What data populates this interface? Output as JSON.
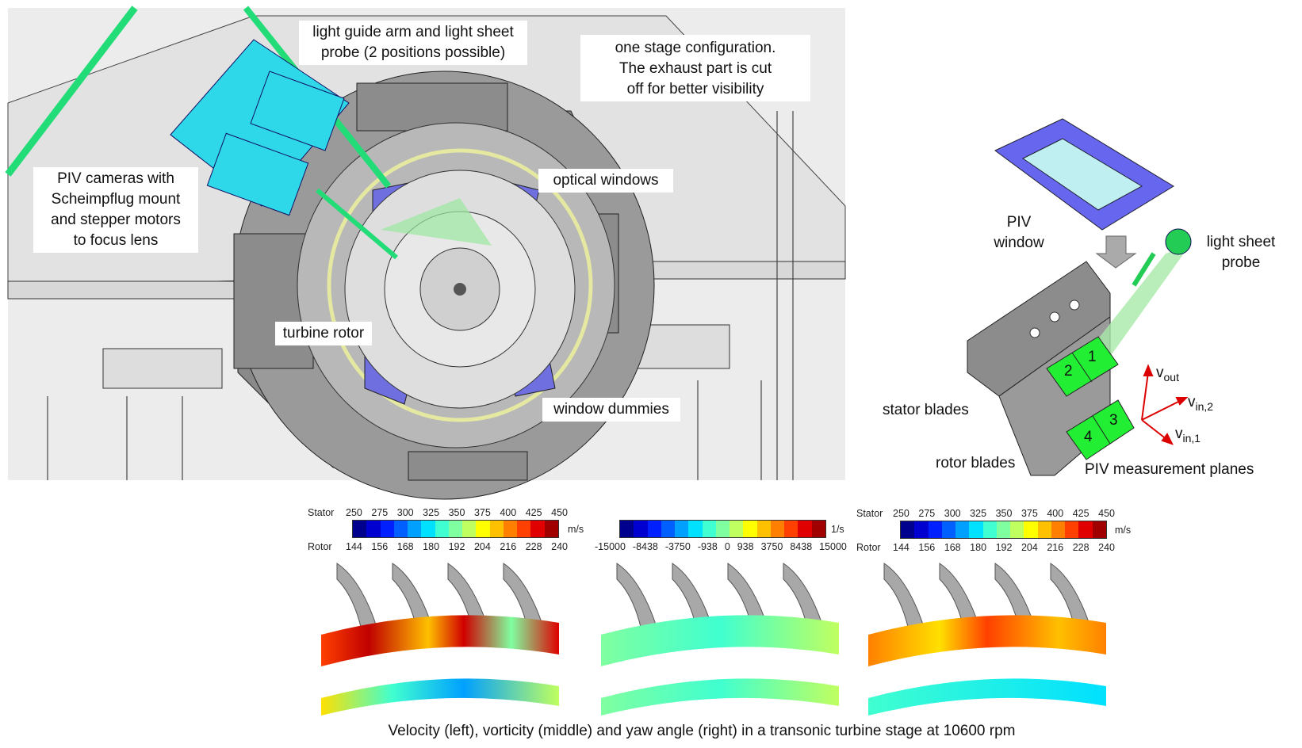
{
  "top_figure": {
    "labels": {
      "light_guide": [
        "light guide arm and light sheet",
        "probe  (2 positions possible)"
      ],
      "configuration": [
        "one stage configuration.",
        "The exhaust part is cut",
        "off for better visibility"
      ],
      "piv_cameras": [
        "PIV cameras with",
        "Scheimpflug mount",
        "and stepper motors",
        "to focus lens"
      ],
      "optical_windows": "optical windows",
      "turbine_rotor": "turbine rotor",
      "window_dummies": "window dummies"
    }
  },
  "right_figure": {
    "labels": {
      "piv_window": [
        "PIV",
        "window"
      ],
      "light_sheet_probe": [
        "light sheet",
        "probe"
      ],
      "stator_blades": "stator blades",
      "rotor_blades": "rotor blades",
      "measurement_planes": "PIV measurement planes",
      "plane_numbers": [
        "1",
        "2",
        "3",
        "4"
      ],
      "v_out": {
        "base": "v",
        "sub": "out"
      },
      "v_in2": {
        "base": "v",
        "sub": "in,2"
      },
      "v_in1": {
        "base": "v",
        "sub": "in,1"
      }
    }
  },
  "colorbars": [
    {
      "top_label": "Stator",
      "top_ticks": [
        "250",
        "275",
        "300",
        "325",
        "350",
        "375",
        "400",
        "425",
        "450"
      ],
      "unit": "m/s",
      "bottom_label": "Rotor",
      "bottom_ticks": [
        "144",
        "156",
        "168",
        "180",
        "192",
        "204",
        "216",
        "228",
        "240"
      ]
    },
    {
      "unit": "1/s",
      "bottom_ticks": [
        "-15000",
        "-8438",
        "-3750",
        "-938",
        "0",
        "938",
        "3750",
        "8438",
        "15000"
      ]
    },
    {
      "top_label": "Stator",
      "top_ticks": [
        "250",
        "275",
        "300",
        "325",
        "350",
        "375",
        "400",
        "425",
        "450"
      ],
      "unit": "m/s",
      "bottom_label": "Rotor",
      "bottom_ticks": [
        "144",
        "156",
        "168",
        "180",
        "192",
        "204",
        "216",
        "228",
        "240"
      ]
    }
  ],
  "colormap": [
    "#00008f",
    "#0000d0",
    "#0020ff",
    "#0060ff",
    "#00a0ff",
    "#00e0ff",
    "#40ffd0",
    "#80ffa0",
    "#c0ff60",
    "#ffff00",
    "#ffc000",
    "#ff8000",
    "#ff4000",
    "#e00000",
    "#a00000"
  ],
  "caption": "Velocity (left), vorticity (middle) and yaw angle (right) in a transonic turbine stage at 10600 rpm"
}
